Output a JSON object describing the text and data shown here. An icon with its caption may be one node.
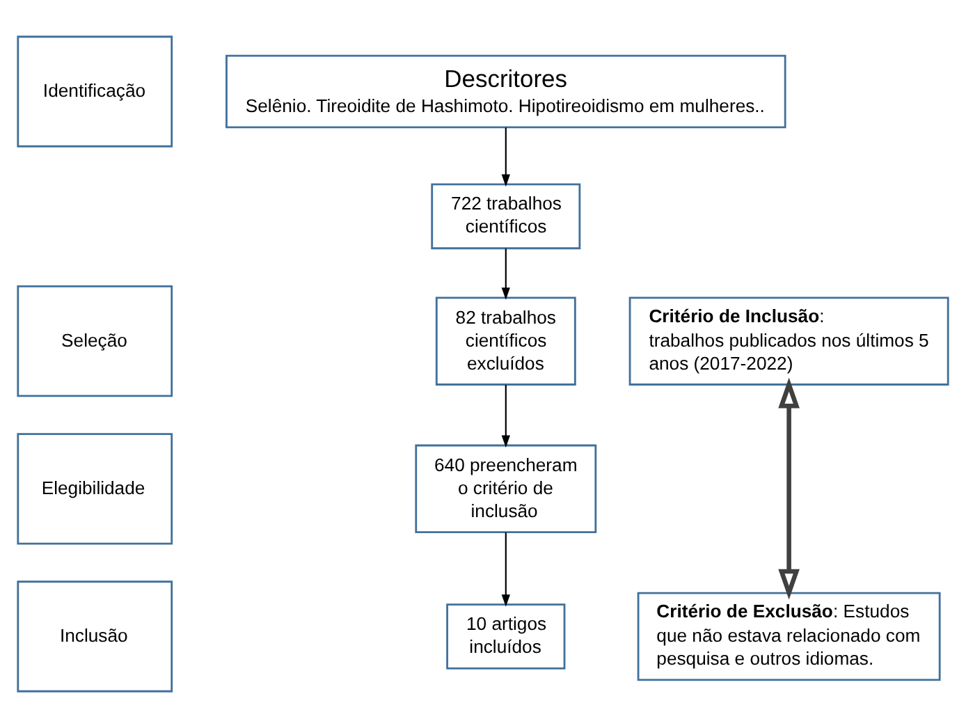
{
  "diagram": {
    "nodes": [
      {
        "text": [
          "Identificação"
        ]
      },
      {
        "text": [
          "Seleção"
        ]
      },
      {
        "text": [
          "Elegibilidade"
        ]
      },
      {
        "text": [
          "Inclusão"
        ]
      },
      {
        "text": [
          "Descritores",
          "Selênio. Tireoidite de Hashimoto. Hipotireoidismo em mulheres.."
        ]
      },
      {
        "text": [
          "722 trabalhos científicos"
        ]
      },
      {
        "text": [
          "82 trabalhos científicos excluídos"
        ]
      },
      {
        "text": [
          "640 preencheram o critério de inclusão"
        ]
      },
      {
        "text": [
          "10 artigos incluídos"
        ]
      },
      {
        "text": [
          "**Critério de Inclusão**: trabalhos publicados nos últimos 5 anos (2017-2022)"
        ]
      },
      {
        "text": [
          "**Critério de Exclusão**: Estudos que não estava relacionado com pesquisa e outros idiomas."
        ]
      }
    ],
    "edges": [
      {
        "from": 4,
        "to": 5,
        "arrow": "to"
      },
      {
        "from": 5,
        "to": 6,
        "arrow": "to"
      },
      {
        "from": 6,
        "to": 7,
        "arrow": "to"
      },
      {
        "from": 7,
        "to": 8,
        "arrow": "to"
      },
      {
        "from": 9,
        "to": 10,
        "arrow": "both",
        "style": "thick",
        "color": "#404040"
      }
    ]
  }
}
